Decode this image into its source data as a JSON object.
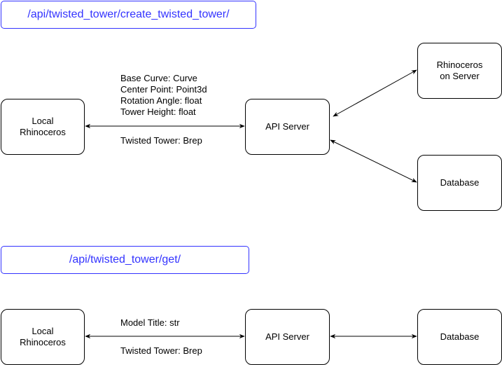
{
  "endpoints": {
    "create": "/api/twisted_tower/create_twisted_tower/",
    "get": "/api/twisted_tower/get/"
  },
  "create_flow": {
    "local": "Local\nRhinoceros",
    "api": "API Server",
    "rhino_server": "Rhinoceros\non Server",
    "database": "Database",
    "inputs": [
      "Base Curve: Curve",
      "Center Point: Point3d",
      "Rotation Angle: float",
      "Tower Height: float"
    ],
    "output": "Twisted Tower: Brep"
  },
  "get_flow": {
    "local": "Local\nRhinoceros",
    "api": "API Server",
    "database": "Database",
    "input": "Model Title: str",
    "output": "Twisted Tower: Brep"
  },
  "colors": {
    "endpoint": "#3333ff",
    "line": "#000000"
  }
}
